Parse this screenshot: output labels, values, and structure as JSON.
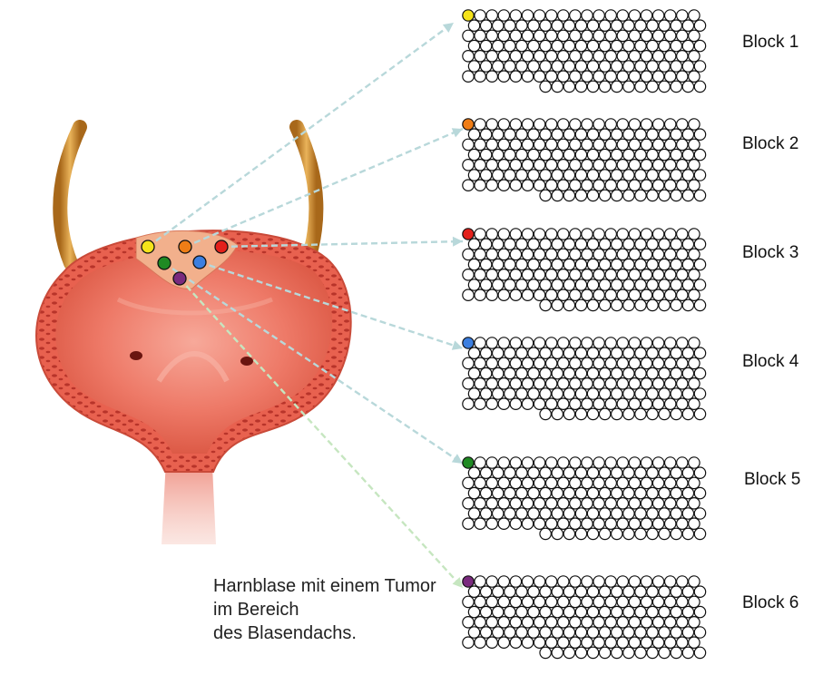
{
  "caption": {
    "line1": "Harnblase mit einem Tumor im Bereich",
    "line2": "des Blasendachs."
  },
  "blocks": [
    {
      "label": "Block 1",
      "marker_color": "#f5e31a"
    },
    {
      "label": "Block 2",
      "marker_color": "#ef7d16"
    },
    {
      "label": "Block 3",
      "marker_color": "#e3201b"
    },
    {
      "label": "Block 4",
      "marker_color": "#3c7fe0"
    },
    {
      "label": "Block 5",
      "marker_color": "#1f8a23"
    },
    {
      "label": "Block 6",
      "marker_color": "#7a2a7e"
    }
  ],
  "sample_markers": [
    {
      "block": 1,
      "color": "#f5e31a"
    },
    {
      "block": 2,
      "color": "#ef7d16"
    },
    {
      "block": 3,
      "color": "#e3201b"
    },
    {
      "block": 5,
      "color": "#1f8a23"
    },
    {
      "block": 4,
      "color": "#3c7fe0"
    },
    {
      "block": 6,
      "color": "#7a2a7e"
    }
  ],
  "colors": {
    "bladder_wall": "#e8614f",
    "bladder_inner": "#f07b6a",
    "ureter": "#c98a2a",
    "arrow": "#b8d8da",
    "arrow_block6": "#c6e6c0",
    "tumor": "#f2b08c"
  }
}
